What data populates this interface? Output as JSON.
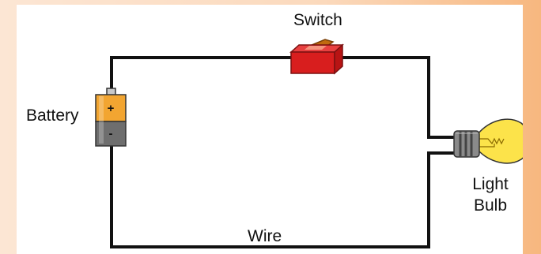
{
  "diagram": {
    "labels": {
      "switch": "Switch",
      "battery": "Battery",
      "light_bulb_line1": "Light",
      "light_bulb_line2": "Bulb",
      "wire": "Wire"
    },
    "battery_terminals": {
      "positive": "+",
      "negative": "-"
    },
    "colors": {
      "wire": "#111111",
      "switch_body": "#d81e1e",
      "switch_toggle": "#c06a10",
      "battery_top": "#f2a531",
      "battery_bottom": "#707070",
      "bulb_glass": "#fce34a",
      "bulb_base": "#8a8a8a"
    },
    "icons": [
      "battery-icon",
      "switch-icon",
      "light-bulb-icon"
    ]
  }
}
